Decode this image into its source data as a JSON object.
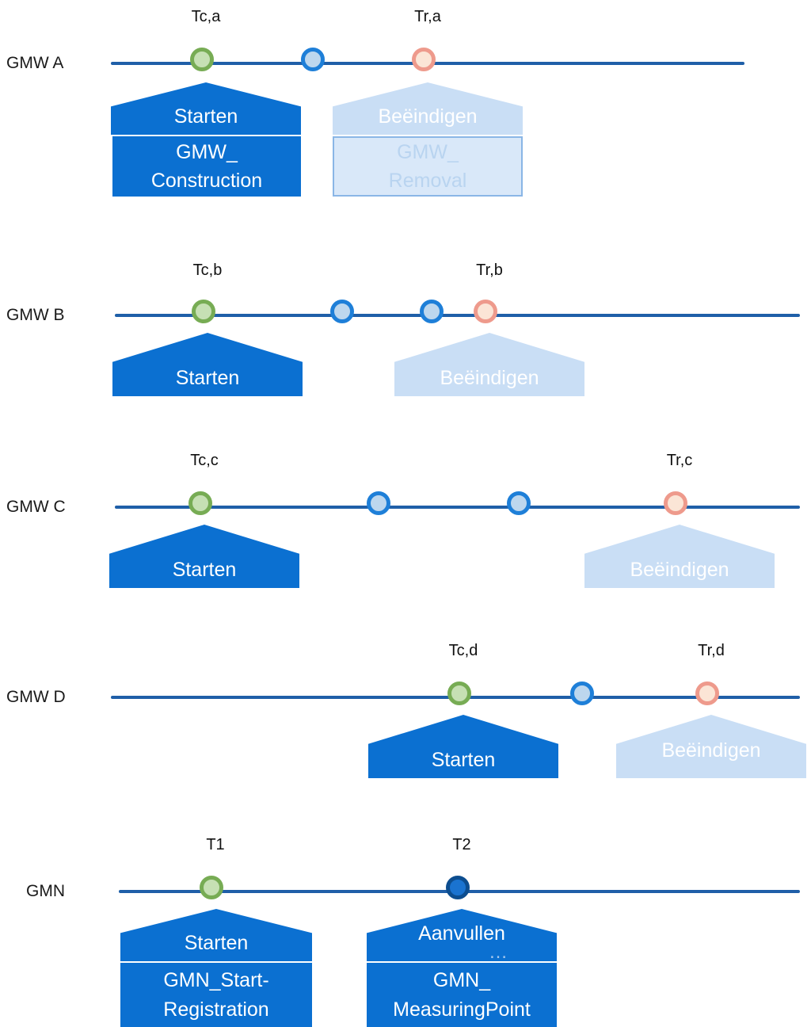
{
  "rows": [
    {
      "label": "GMW A",
      "times": [
        {
          "label": "Tc,a"
        },
        {
          "label": "Tr,a"
        }
      ],
      "circles": [
        "green",
        "blue",
        "pink"
      ],
      "callouts": [
        {
          "title": "Starten",
          "style": "dark",
          "box": [
            "GMW_",
            "Construction"
          ]
        },
        {
          "title": "Beëindigen",
          "style": "light",
          "box": [
            "GMW_",
            "Removal"
          ]
        }
      ]
    },
    {
      "label": "GMW B",
      "times": [
        {
          "label": "Tc,b"
        },
        {
          "label": "Tr,b"
        }
      ],
      "circles": [
        "green",
        "blue",
        "blue",
        "pink"
      ],
      "callouts": [
        {
          "title": "Starten",
          "style": "dark"
        },
        {
          "title": "Beëindigen",
          "style": "light"
        }
      ]
    },
    {
      "label": "GMW C",
      "times": [
        {
          "label": "Tc,c"
        },
        {
          "label": "Tr,c"
        }
      ],
      "circles": [
        "green",
        "blue",
        "blue",
        "pink"
      ],
      "callouts": [
        {
          "title": "Starten",
          "style": "dark"
        },
        {
          "title": "Beëindigen",
          "style": "light"
        }
      ]
    },
    {
      "label": "GMW D",
      "times": [
        {
          "label": "Tc,d"
        },
        {
          "label": "Tr,d"
        }
      ],
      "circles": [
        "green",
        "blue",
        "pink"
      ],
      "callouts": [
        {
          "title": "Starten",
          "style": "dark"
        },
        {
          "title": "Beëindigen",
          "style": "light"
        }
      ]
    },
    {
      "label": "GMN",
      "times": [
        {
          "label": "T1"
        },
        {
          "label": "T2"
        }
      ],
      "circles": [
        "green",
        "darkblue"
      ],
      "callouts": [
        {
          "title": "Starten",
          "style": "dark",
          "box": [
            "GMN_Start-",
            "Registration"
          ]
        },
        {
          "title": "Aanvullen",
          "style": "dark",
          "ellipsis": "…",
          "box": [
            "GMN_",
            "MeasuringPoint"
          ]
        }
      ]
    }
  ],
  "colors": {
    "timeline": "#1f5fa8",
    "callout_dark": "#0b70d1",
    "callout_light": "#c9def5",
    "light_box_fill": "#d9e8f9",
    "light_box_border": "#8ab6e6",
    "light_box_text": "#b9d4f0",
    "circle_green_fill": "#c6e0b4",
    "circle_green_stroke": "#77ac54",
    "circle_blue_fill": "#bdd7ee",
    "circle_blue_stroke": "#1e7fd8",
    "circle_pink_fill": "#fbe5d6",
    "circle_pink_stroke": "#ee9a8c",
    "circle_darkblue_fill": "#1a73d0",
    "circle_darkblue_stroke": "#0c4d8f"
  }
}
